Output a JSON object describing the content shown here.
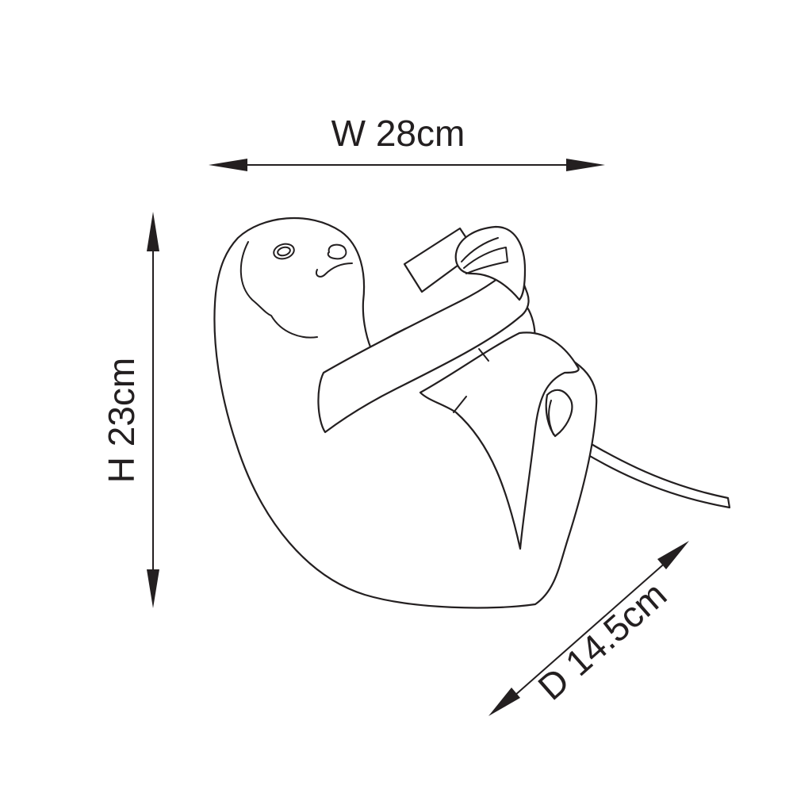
{
  "diagram": {
    "subject": "sloth wall lamp line drawing",
    "dimensions": {
      "width": {
        "label": "W 28cm",
        "value": 28,
        "unit": "cm"
      },
      "height": {
        "label": "H 23cm",
        "value": 23,
        "unit": "cm"
      },
      "depth": {
        "label": "D 14.5cm",
        "value": 14.5,
        "unit": "cm"
      }
    },
    "colors": {
      "line": "#231f20",
      "background": "#ffffff"
    }
  }
}
